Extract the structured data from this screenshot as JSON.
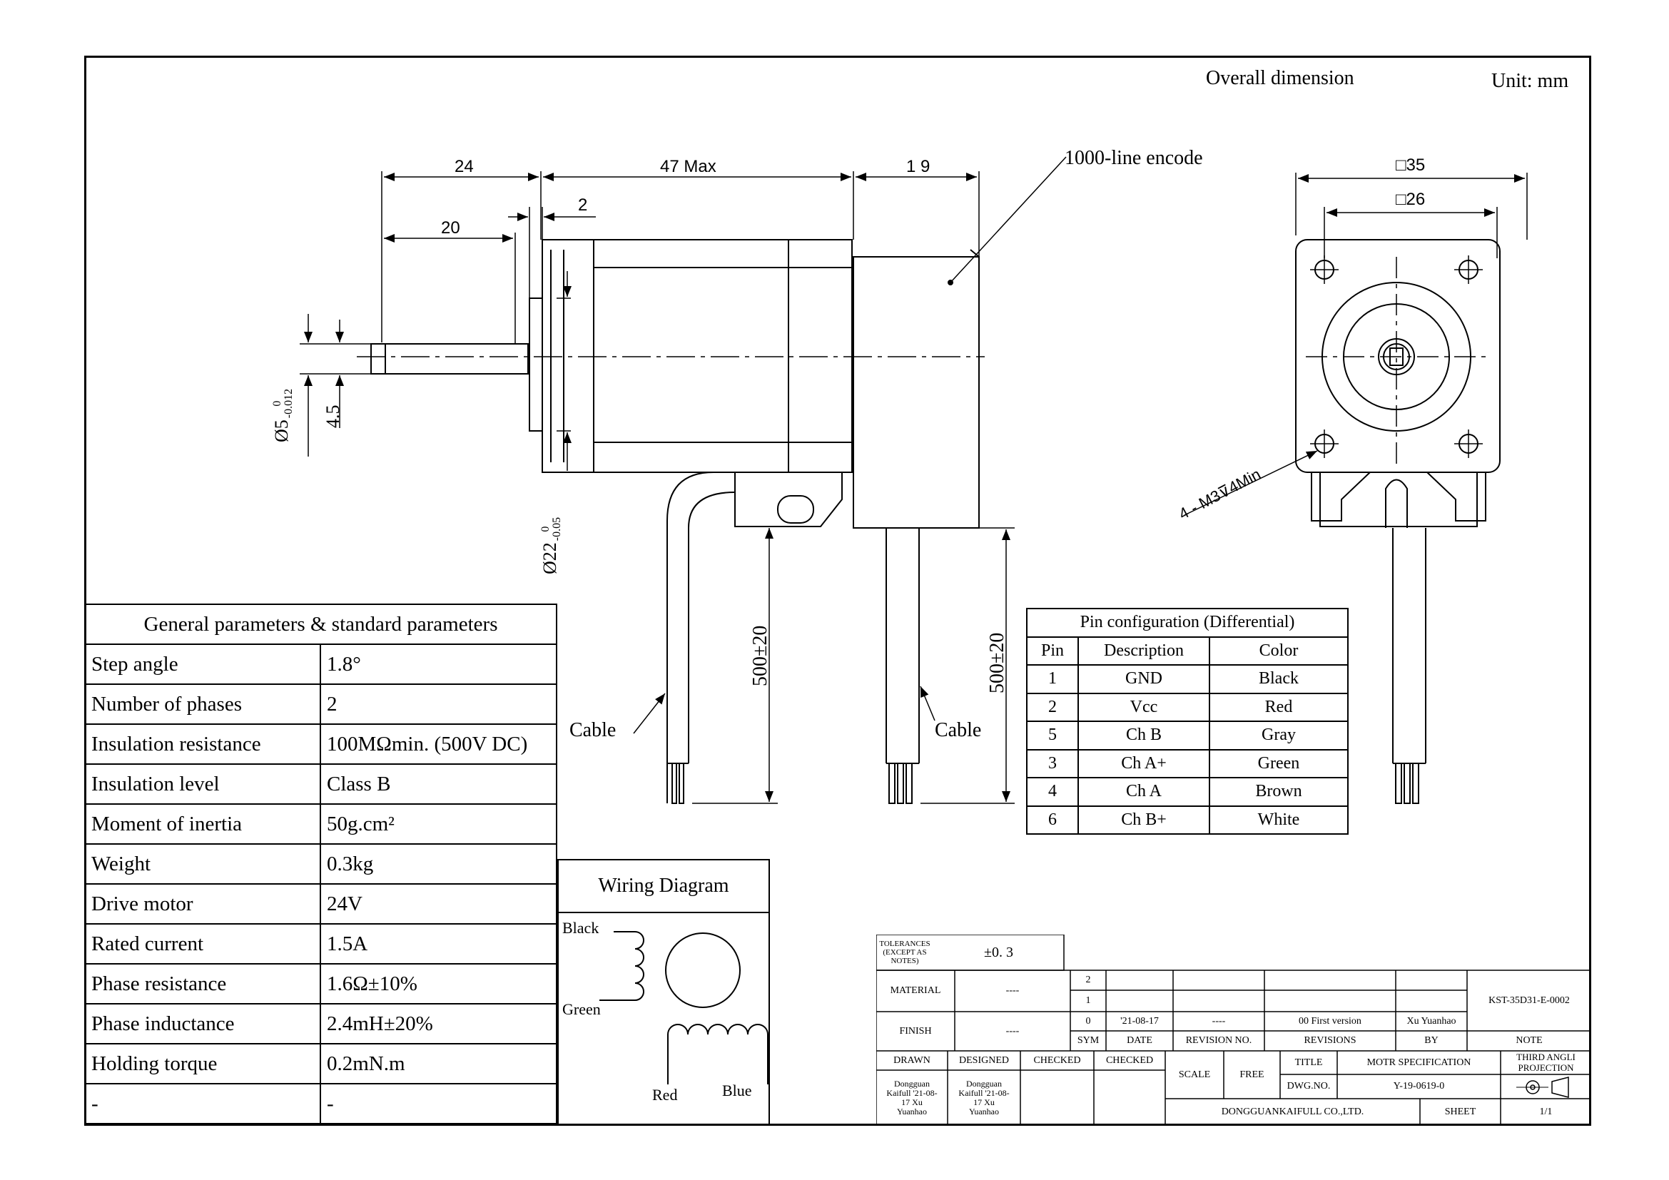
{
  "header": {
    "title": "Overall dimension",
    "unit": "Unit: mm"
  },
  "side_view": {
    "dim_shaft_len": "24",
    "dim_body_len": "47  Max",
    "dim_encoder_len": "1 9",
    "dim_boss": "2",
    "dim_flat_len": "20",
    "dim_shaft_dia": "Ø5",
    "dim_shaft_tol_top": "0",
    "dim_shaft_tol_bot": "-0.012",
    "dim_flat": "4.5",
    "dim_pilot_dia": "Ø22",
    "dim_pilot_tol_top": "0",
    "dim_pilot_tol_bot": "-0.05",
    "dim_cable_len_1": "500±20",
    "dim_cable_len_2": "500±20",
    "cable_label_1": "Cable",
    "cable_label_2": "Cable",
    "encoder_label": "1000-line encode"
  },
  "front_view": {
    "dim_outer": "□35",
    "dim_holes": "□26",
    "thread_note": "4 - M3⊽4Min"
  },
  "params": {
    "title": "General parameters & standard parameters",
    "rows": [
      {
        "name": "Step angle",
        "value": "1.8°"
      },
      {
        "name": "Number of phases",
        "value": "2"
      },
      {
        "name": "Insulation resistance",
        "value": "100MΩmin. (500V DC)"
      },
      {
        "name": "Insulation level",
        "value": "Class B"
      },
      {
        "name": "Moment of inertia",
        "value": "50g.cm²"
      },
      {
        "name": "Weight",
        "value": "0.3kg"
      },
      {
        "name": "Drive motor",
        "value": "24V"
      },
      {
        "name": "Rated current",
        "value": "1.5A"
      },
      {
        "name": "Phase resistance",
        "value": "1.6Ω±10%"
      },
      {
        "name": "Phase inductance",
        "value": "2.4mH±20%"
      },
      {
        "name": "Holding torque",
        "value": "0.2mN.m"
      },
      {
        "name": "-",
        "value": "-"
      }
    ]
  },
  "wiring": {
    "title": "Wiring Diagram",
    "black": "Black",
    "green": "Green",
    "red": "Red",
    "blue": "Blue"
  },
  "pins": {
    "title": "Pin configuration (Differential)",
    "headers": [
      "Pin",
      "Description",
      "Color"
    ],
    "rows": [
      [
        "1",
        "GND",
        "Black"
      ],
      [
        "2",
        "Vcc",
        "Red"
      ],
      [
        "5",
        "Ch B",
        "Gray"
      ],
      [
        "3",
        "Ch A+",
        "Green"
      ],
      [
        "4",
        "Ch A",
        "Brown"
      ],
      [
        "6",
        "Ch B+",
        "White"
      ]
    ]
  },
  "title_block": {
    "tolerances_label": "TOLERANCES (EXCEPT AS NOTES)",
    "tolerances_value": "±0. 3",
    "material_label": "MATERIAL",
    "material_value": "----",
    "finish_label": "FINISH",
    "finish_value": "----",
    "rev2": "2",
    "rev1": "1",
    "rev0": "0",
    "rev0_date": "'21-08-17",
    "rev0_no": "----",
    "rev0_desc": "00 First version",
    "rev0_by": "Xu Yuanhao",
    "sym": "SYM",
    "date": "DATE",
    "revision_no": "REVISION NO.",
    "revisions": "REVISIONS",
    "by": "BY",
    "note": "NOTE",
    "doc_no": "KST-35D31-E-0002",
    "drawn": "DRAWN",
    "designed": "DESIGNED",
    "checked1": "CHECKED",
    "checked2": "CHECKED",
    "drawn_who": "Dongguan Kaifull '21-08-17 Xu Yuanhao",
    "designed_who": "Dongguan Kaifull '21-08-17 Xu Yuanhao",
    "scale": "SCALE",
    "free": "FREE",
    "title_label": "TITLE",
    "title_value": "MOTR SPECIFICATION",
    "projection": "THIRD ANGLI PROJECTION",
    "dwg_label": "DWG.NO.",
    "dwg_value": "Y-19-0619-0",
    "company": "DONGGUANKAIFULL CO.,LTD.",
    "sheet_label": "SHEET",
    "sheet_value": "1/1"
  }
}
